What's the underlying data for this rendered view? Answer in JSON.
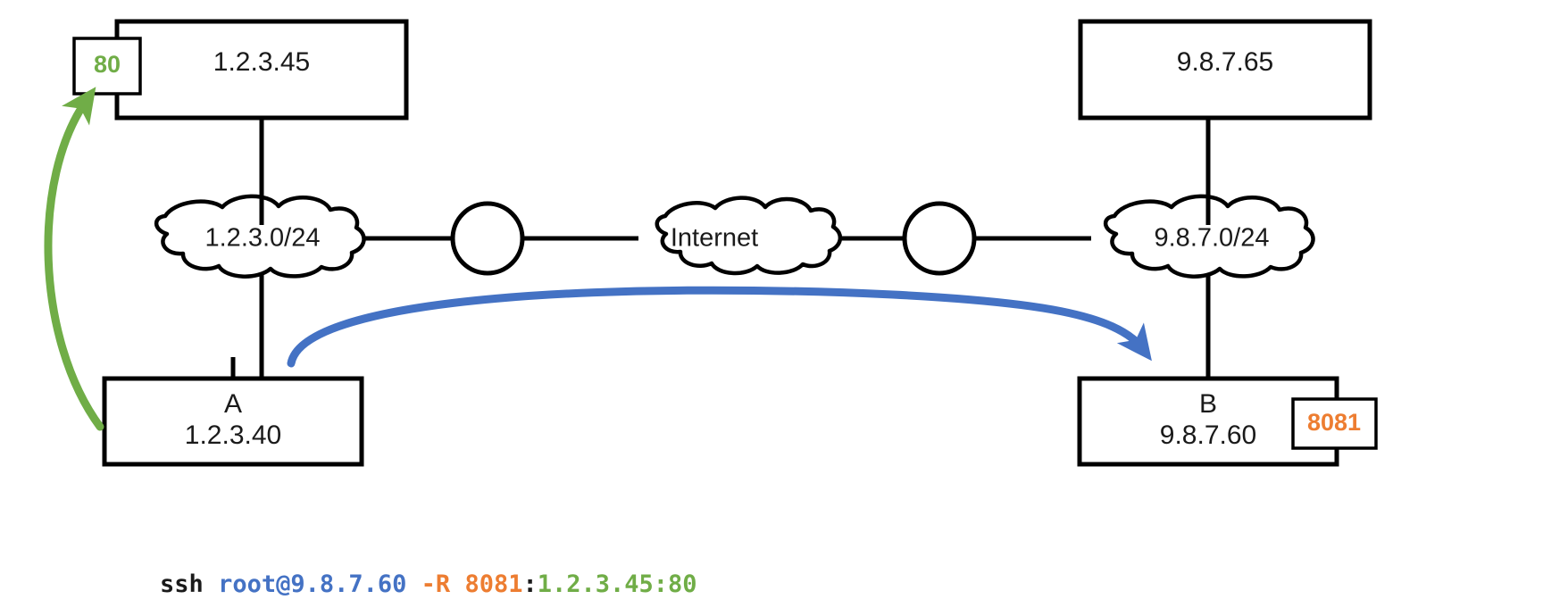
{
  "diagram": {
    "title": "SSH reverse port forward network diagram",
    "colors": {
      "green": "#70AD47",
      "blue": "#4472C4",
      "orange": "#ED7D31",
      "black": "#000000",
      "white": "#FFFFFF"
    },
    "nodes": {
      "top_left_host": {
        "label": "1.2.3.45"
      },
      "top_right_host": {
        "label": "9.8.7.65"
      },
      "bottom_left_host": {
        "name": "A",
        "address": "1.2.3.40"
      },
      "bottom_right_host": {
        "name": "B",
        "address": "9.8.7.60"
      }
    },
    "badges": {
      "port_80": {
        "label": "80",
        "color": "#70AD47"
      },
      "port_8081": {
        "label": "8081",
        "color": "#ED7D31"
      }
    },
    "clouds": [
      {
        "id": "left-lan",
        "label": "1.2.3.0/24"
      },
      {
        "id": "internet",
        "label": "Internet"
      },
      {
        "id": "right-lan",
        "label": "9.8.7.0/24"
      }
    ],
    "routers": [
      {
        "id": "left-router",
        "label": ""
      },
      {
        "id": "right-router",
        "label": ""
      }
    ],
    "arrows": [
      {
        "id": "green-flow",
        "color": "#70AD47",
        "from": "A",
        "to": "port-80-on-1.2.3.45"
      },
      {
        "id": "blue-flow",
        "color": "#4472C4",
        "from": "A",
        "to": "B"
      }
    ]
  },
  "command": {
    "full": "ssh root@9.8.7.60 -R 8081:1.2.3.45:80",
    "tokens": [
      {
        "text": "ssh",
        "color": "#1a1a1a"
      },
      {
        "text": " ",
        "color": "#1a1a1a"
      },
      {
        "text": "root@9.8.7.60",
        "color": "#4472C4"
      },
      {
        "text": " ",
        "color": "#1a1a1a"
      },
      {
        "text": "-R",
        "color": "#ED7D31"
      },
      {
        "text": " ",
        "color": "#1a1a1a"
      },
      {
        "text": "8081",
        "color": "#ED7D31"
      },
      {
        "text": ":",
        "color": "#1a1a1a"
      },
      {
        "text": "1.2.3.45:80",
        "color": "#70AD47"
      }
    ]
  }
}
